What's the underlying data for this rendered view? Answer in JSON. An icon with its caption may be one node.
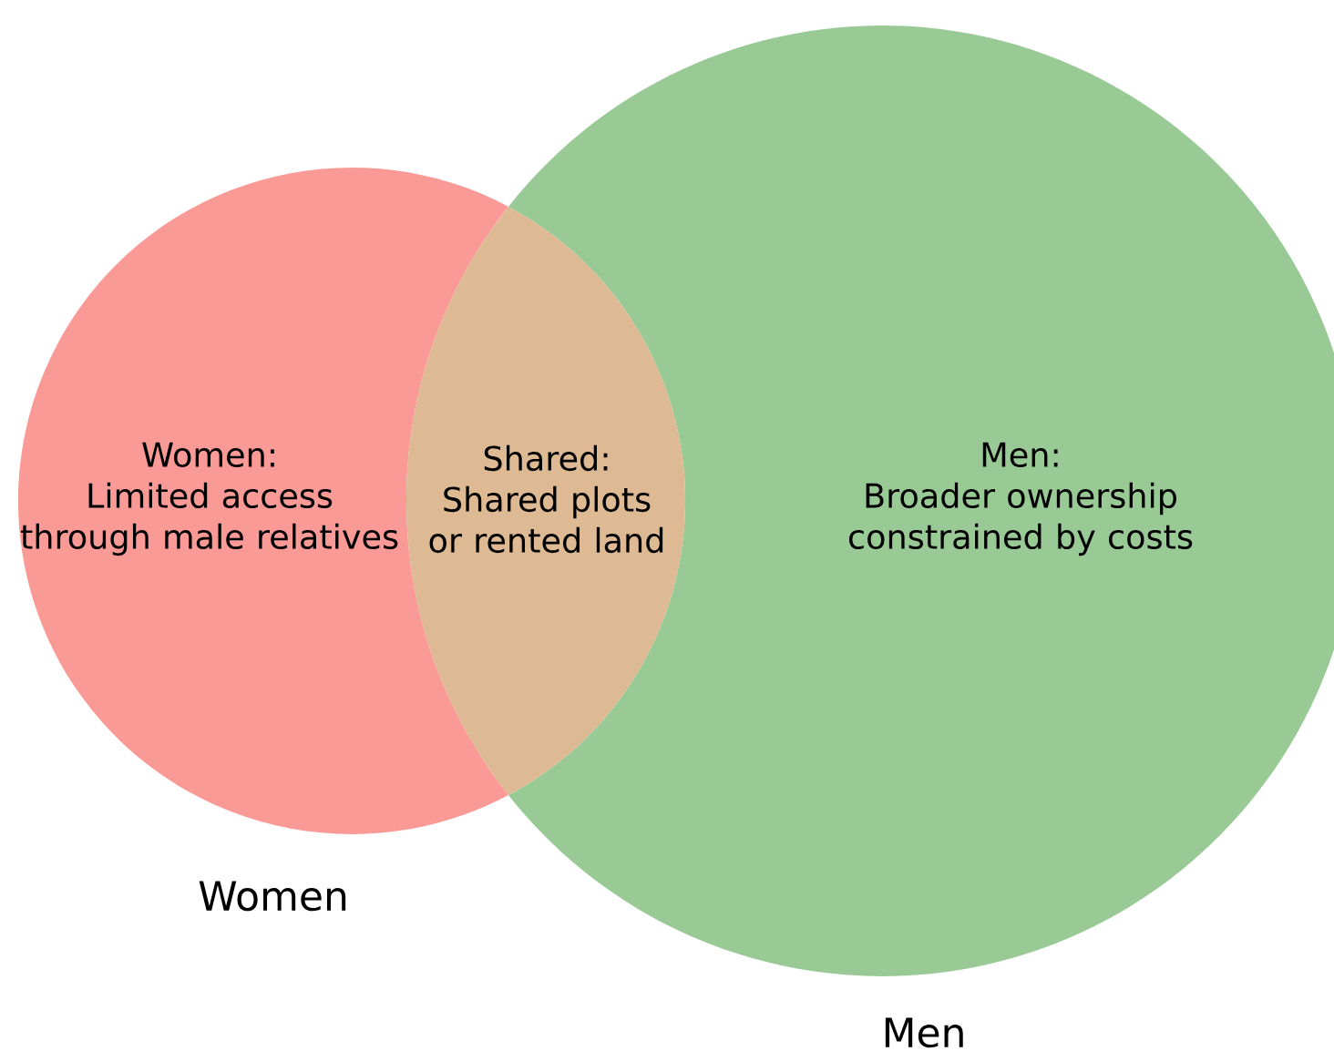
{
  "diagram": {
    "nodes": [
      {
        "text": [
          "Women:",
          "Limited access through male relatives"
        ],
        "beside": [
          "Women"
        ]
      },
      {
        "text": [
          "Men:",
          "Broader ownership constrained by costs"
        ],
        "beside": [
          "Men"
        ]
      },
      {
        "text": [
          "Shared:",
          "Shared plots or rented land"
        ]
      }
    ]
  }
}
